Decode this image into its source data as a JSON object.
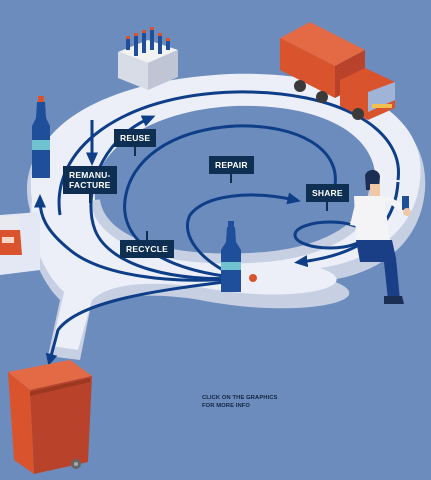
{
  "labels": {
    "reuse": "REUSE",
    "remanufacture_1": "REMANU-",
    "remanufacture_2": "FACTURE",
    "repair": "REPAIR",
    "share": "SHARE",
    "recycle": "RECYCLE"
  },
  "info": {
    "line1": "CLICK ON THE GRAPHICS",
    "line2": "FOR MORE INFO"
  },
  "icons": [
    "bottle-crate-icon",
    "delivery-truck-icon",
    "glass-bottle-icon",
    "jar-icon",
    "seated-person-icon",
    "waste-bin-icon",
    "bottle-cap-icon"
  ],
  "colors": {
    "background": "#6b8cbd",
    "track": "#e9edf7",
    "arrow": "#0d3e87",
    "label_bg": "#0f2f52",
    "accent_orange": "#d9532c",
    "bottle_blue": "#1f4e9a"
  }
}
